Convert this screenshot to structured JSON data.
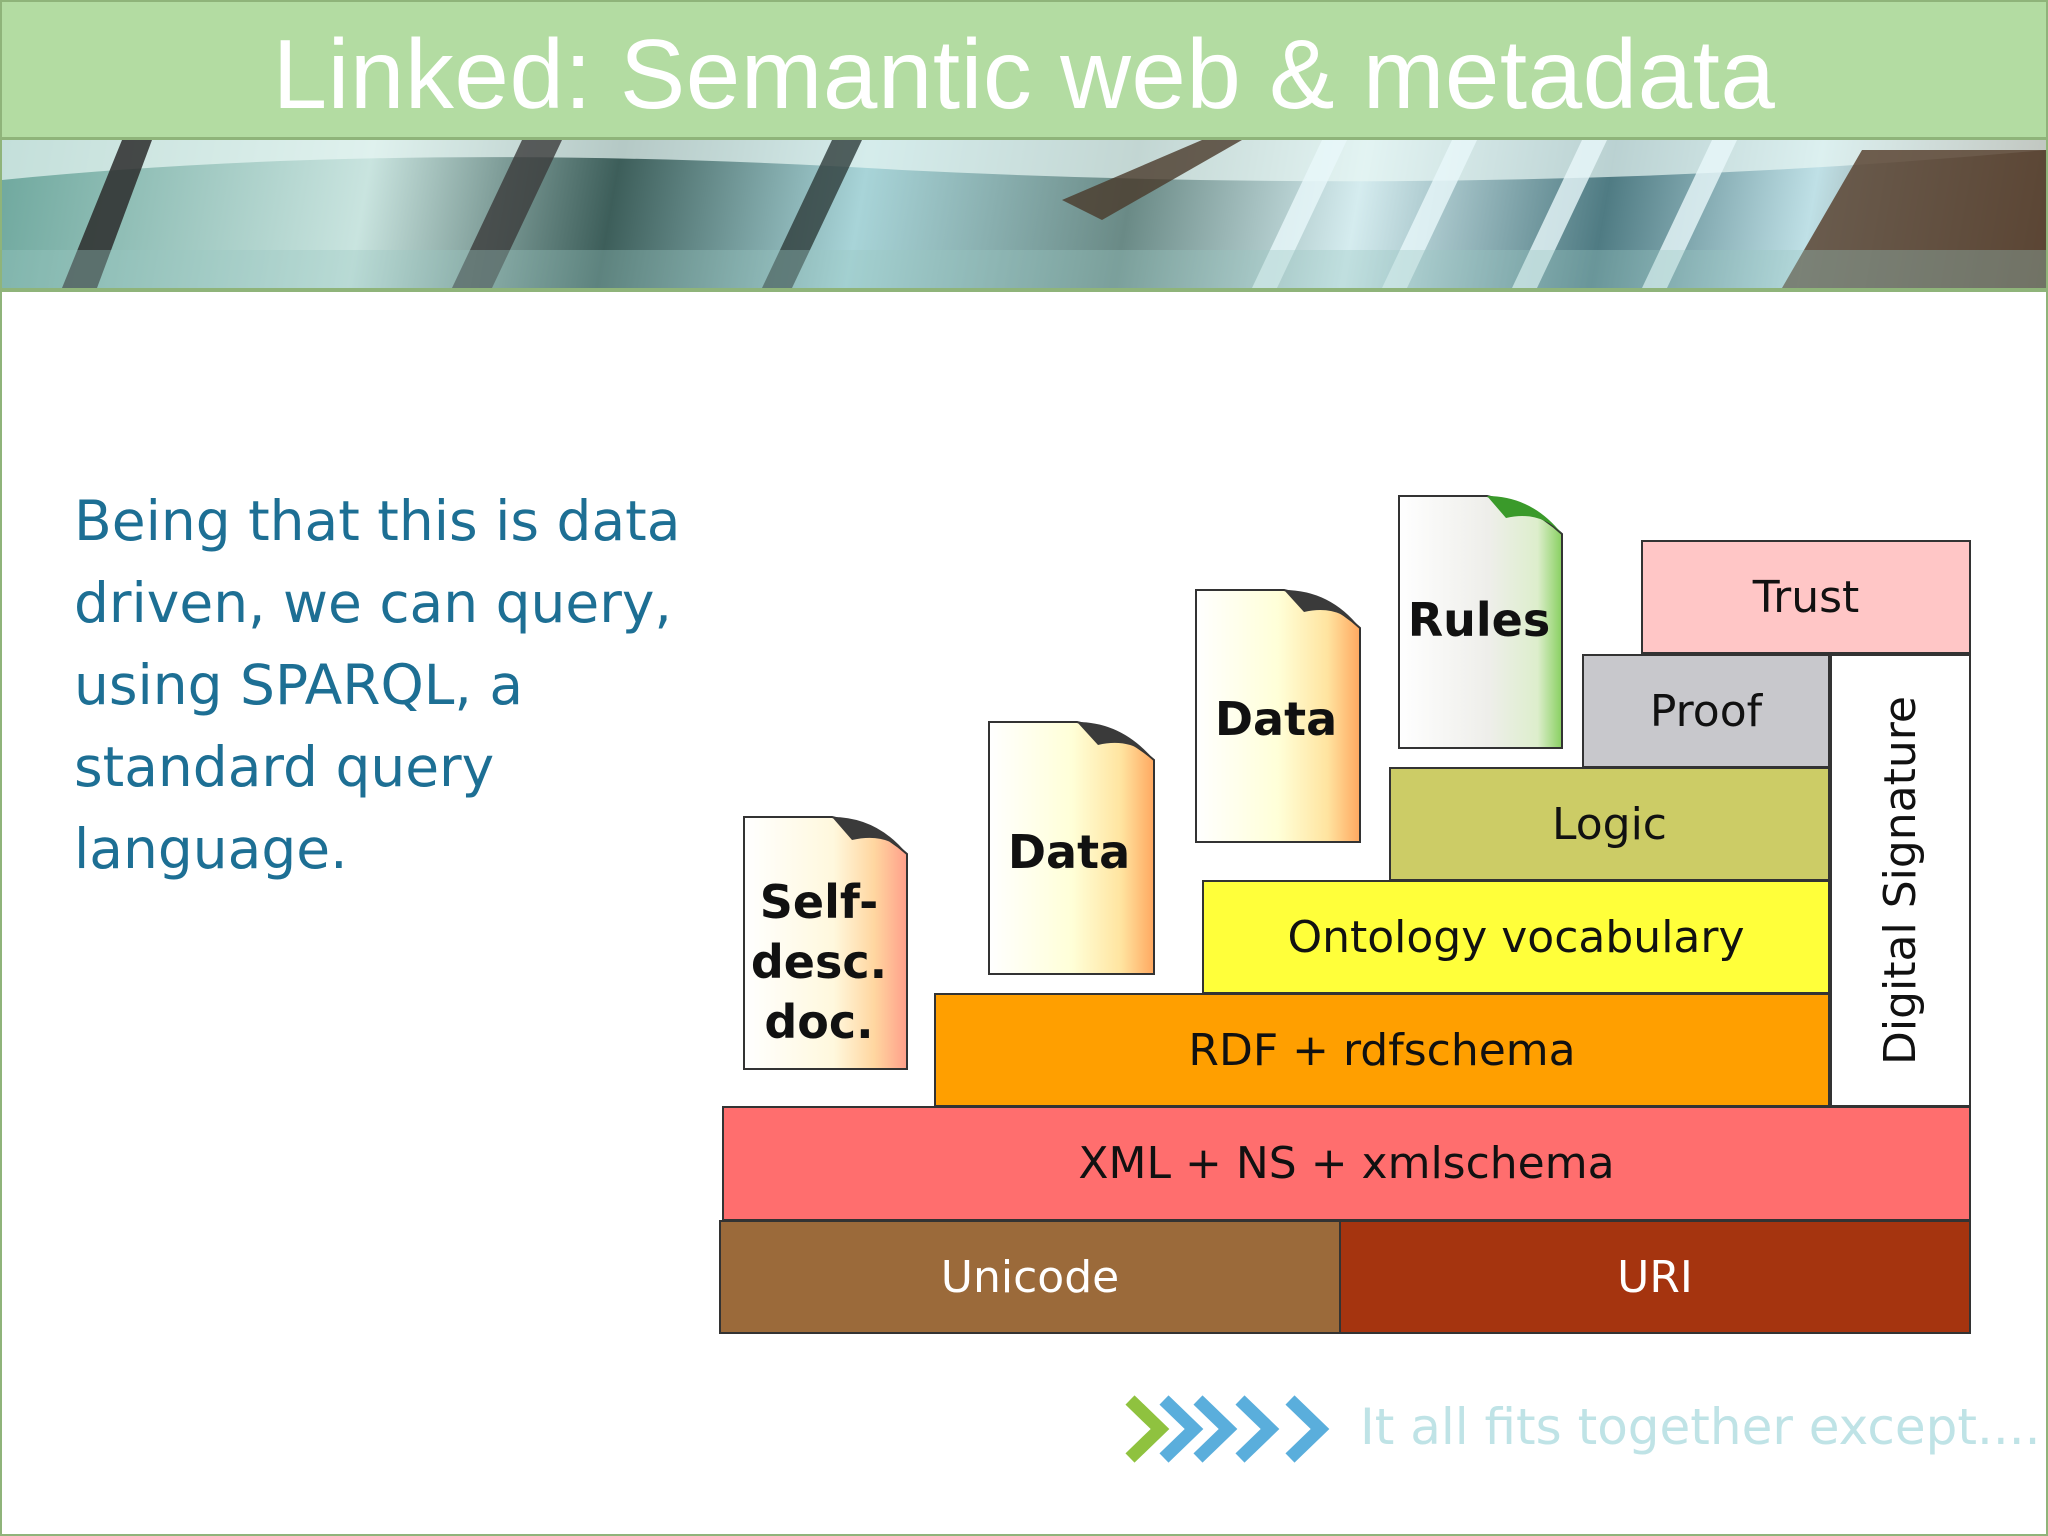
{
  "slide": {
    "title": "Linked: Semantic web & metadata",
    "body_text": "Being that this is data driven, we can query, using SPARQL, a standard query language.",
    "footer_text": "It all fits together except...."
  },
  "diagram": {
    "layers": {
      "unicode": "Unicode",
      "uri": "URI",
      "xml": "XML + NS + xmlschema",
      "rdf": "RDF + rdfschema",
      "ontology": "Ontology vocabulary",
      "logic": "Logic",
      "proof": "Proof",
      "trust": "Trust",
      "signature": "Digital Signature"
    },
    "documents": {
      "self_desc": "Self- desc. doc.",
      "data1": "Data",
      "data2": "Data",
      "rules": "Rules"
    }
  },
  "colors": {
    "title_bar": "#b3dca2",
    "body_text": "#1d6f94",
    "unicode": "#9b6a3a",
    "uri": "#a5340f",
    "xml": "#ff6e6e",
    "rdf": "#ff9f00",
    "ontology": "#ffff3a",
    "logic": "#cccc66",
    "proof": "#c8c8cc",
    "trust": "#ffc6c6",
    "signature": "#ffffff",
    "footer_text": "#bfe3e6"
  }
}
